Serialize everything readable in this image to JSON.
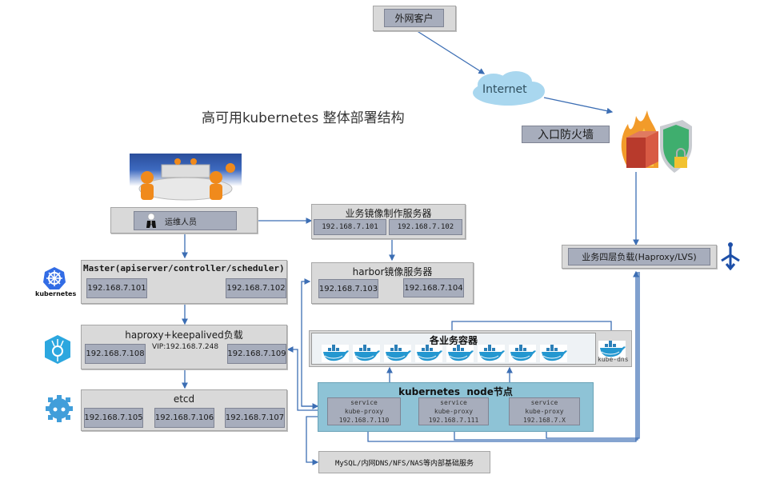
{
  "diagram_title": "高可用kubernetes 整体部署结构",
  "external_client": {
    "label": "外网客户"
  },
  "internet": {
    "label": "Internet"
  },
  "firewall": {
    "label": "入口防火墙"
  },
  "ops": {
    "label": "运维人员"
  },
  "image_build_server": {
    "title": "业务镜像制作服务器",
    "hosts": [
      "192.168.7.101",
      "192.168.7.102"
    ]
  },
  "harbor": {
    "title": "harbor镜像服务器",
    "hosts": [
      "192.168.7.103",
      "192.168.7.104"
    ]
  },
  "master": {
    "title": "Master(apiserver/controller/scheduler)",
    "hosts": [
      "192.168.7.101",
      "192.168.7.102"
    ],
    "logo_label": "kubernetes"
  },
  "haproxy": {
    "title": "haproxy+keepalived负载",
    "vip": "VIP:192.168.7.248",
    "hosts": [
      "192.168.7.108",
      "192.168.7.109"
    ]
  },
  "etcd": {
    "title": "etcd",
    "hosts": [
      "192.168.7.105",
      "192.168.7.106",
      "192.168.7.107"
    ]
  },
  "containers": {
    "title": "各业务容器",
    "count": 8,
    "dns_label": "kube-dns"
  },
  "node": {
    "title": "kubernetes  node节点",
    "members": [
      {
        "line1": "service",
        "line2": "kube-proxy",
        "ip": "192.168.7.110"
      },
      {
        "line1": "service",
        "line2": "kube-proxy",
        "ip": "192.168.7.111"
      },
      {
        "line1": "service",
        "line2": "kube-proxy",
        "ip": "192.168.7.X"
      }
    ]
  },
  "infra": {
    "label": "MySQL/内网DNS/NFS/NAS等内部基础服务"
  },
  "l4_lb": {
    "label": "业务四层负载(Haproxy/LVS)"
  },
  "colors": {
    "line": "#3c6eb4",
    "outer_box": "#d9d9d9",
    "inner_box": "#a7adbc",
    "node_box": "#8ec3d6",
    "cloud": "#a9d7ef",
    "k8s_blue": "#326ce5"
  }
}
